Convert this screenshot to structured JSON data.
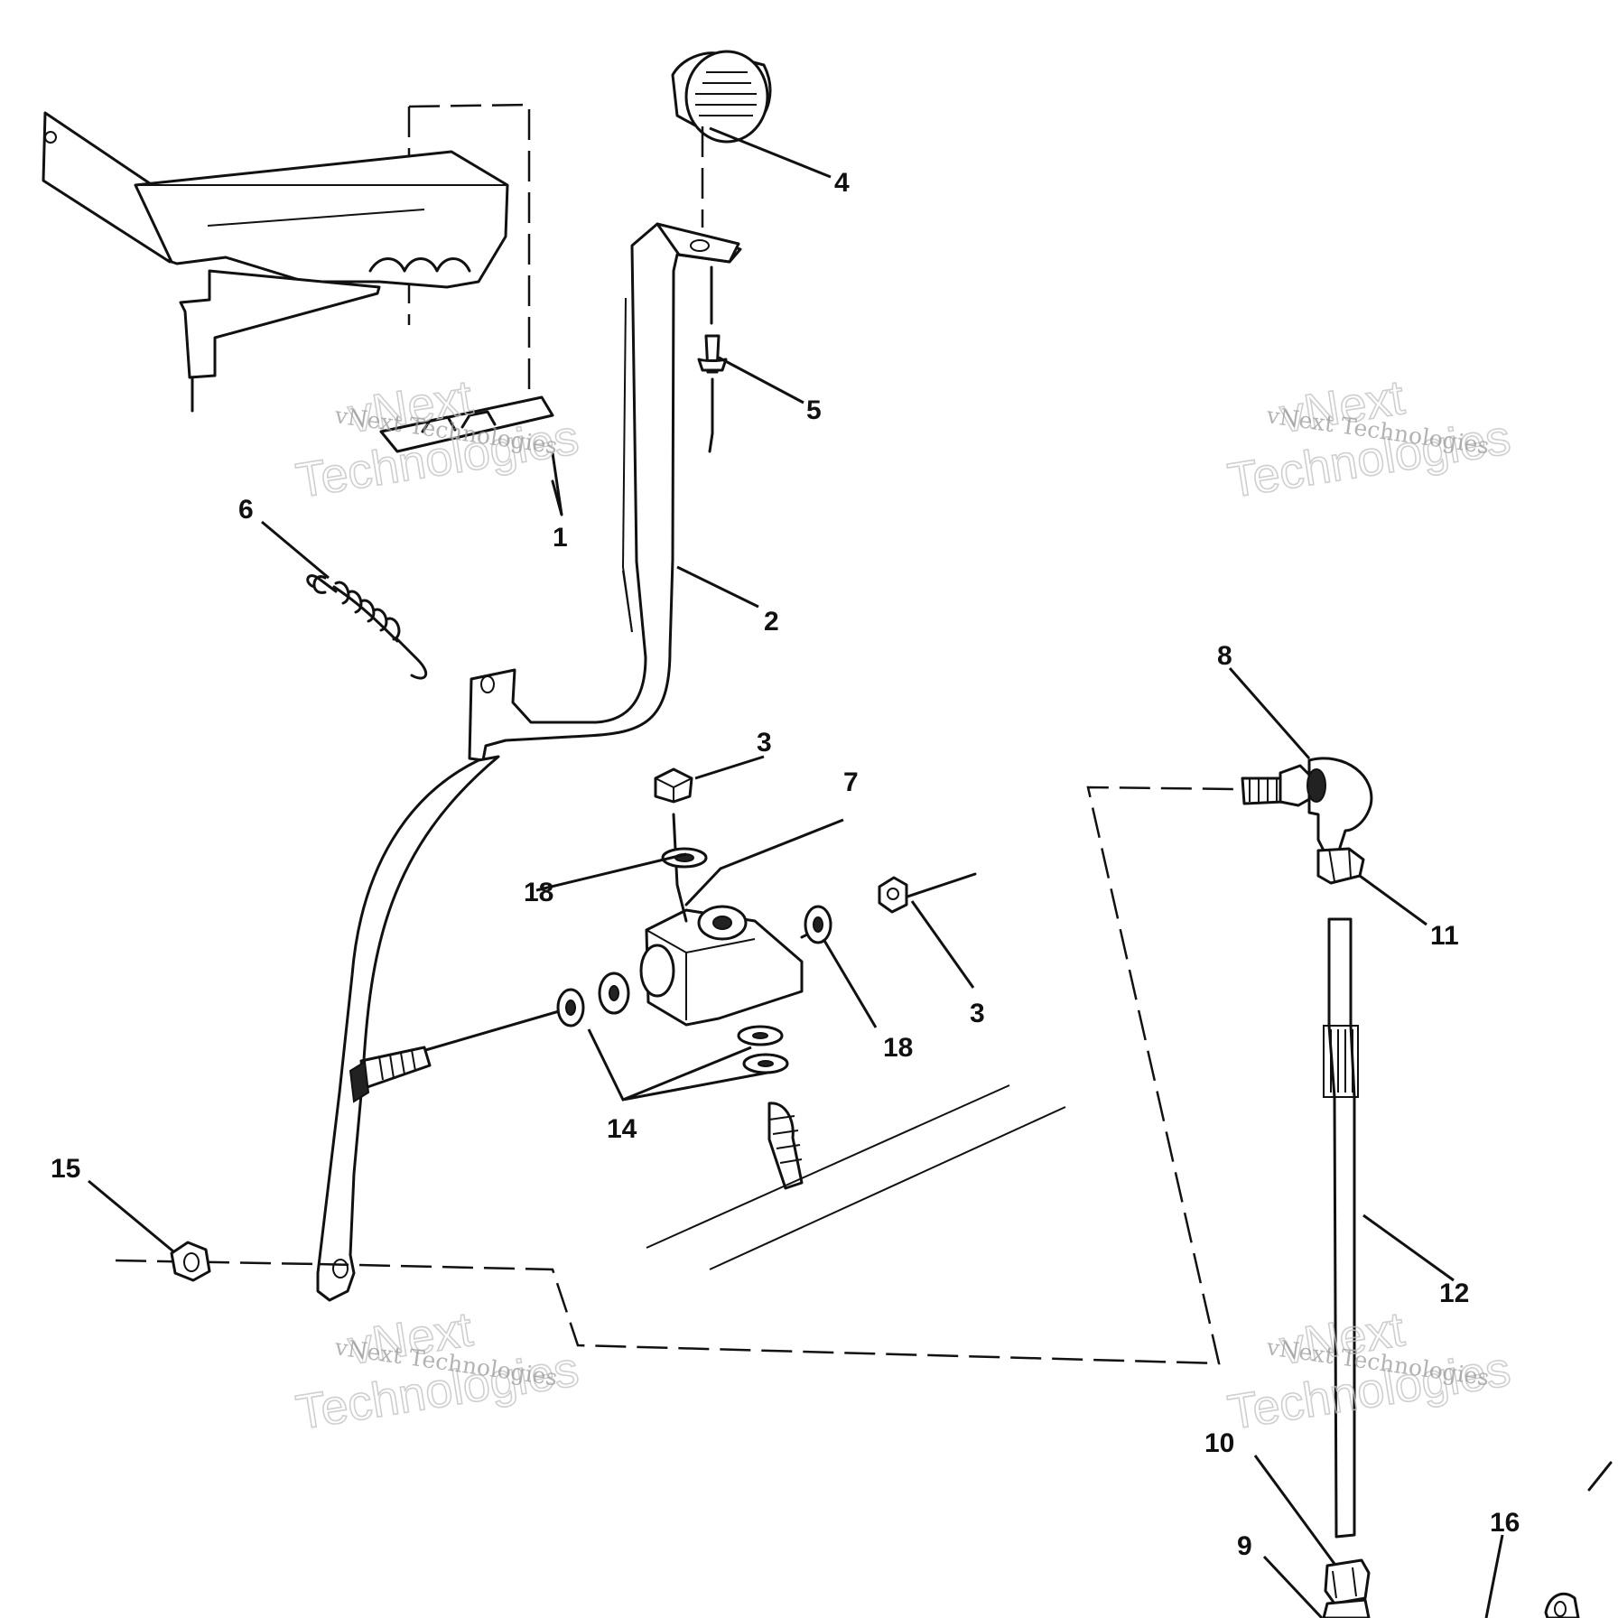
{
  "diagram": {
    "callouts": [
      "1",
      "2",
      "3",
      "3",
      "4",
      "5",
      "6",
      "7",
      "8",
      "9",
      "10",
      "11",
      "12",
      "14",
      "15",
      "16",
      "18",
      "18"
    ]
  },
  "watermark": {
    "caption": "vNext Technologies",
    "big_line_1": "vNext",
    "big_line_2": "Technologies"
  }
}
